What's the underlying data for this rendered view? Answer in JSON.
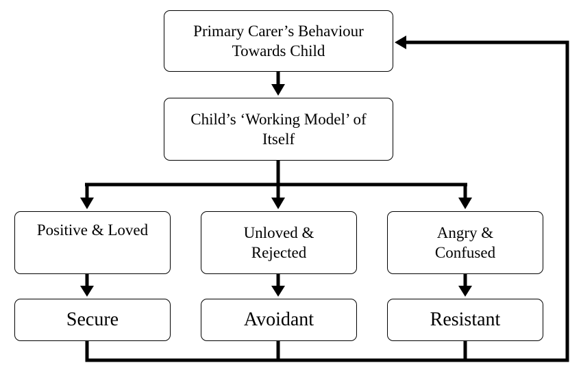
{
  "diagram": {
    "nodes": {
      "primary_carer": {
        "lines": [
          "Primary Carer’s Behaviour",
          "Towards Child"
        ]
      },
      "working_model": {
        "lines": [
          "Child’s ‘Working Model’ of",
          "Itself"
        ]
      },
      "positive_loved": {
        "lines": [
          "Positive & Loved"
        ]
      },
      "unloved_rejected": {
        "lines": [
          "Unloved &",
          "Rejected"
        ]
      },
      "angry_confused": {
        "lines": [
          "Angry &",
          "Confused"
        ]
      },
      "secure": {
        "lines": [
          "Secure"
        ]
      },
      "avoidant": {
        "lines": [
          "Avoidant"
        ]
      },
      "resistant": {
        "lines": [
          "Resistant"
        ]
      }
    },
    "edges": [
      {
        "from": "primary_carer",
        "to": "working_model"
      },
      {
        "from": "working_model",
        "to": "positive_loved"
      },
      {
        "from": "working_model",
        "to": "unloved_rejected"
      },
      {
        "from": "working_model",
        "to": "angry_confused"
      },
      {
        "from": "positive_loved",
        "to": "secure"
      },
      {
        "from": "unloved_rejected",
        "to": "avoidant"
      },
      {
        "from": "angry_confused",
        "to": "resistant"
      },
      {
        "from": "secure",
        "to": "primary_carer",
        "type": "feedback-loop"
      },
      {
        "from": "avoidant",
        "to": "primary_carer",
        "type": "feedback-loop"
      },
      {
        "from": "resistant",
        "to": "primary_carer",
        "type": "feedback-loop"
      }
    ],
    "colors": {
      "line": "#000000",
      "box_border": "#000000",
      "background": "#ffffff",
      "text": "#000000"
    }
  }
}
